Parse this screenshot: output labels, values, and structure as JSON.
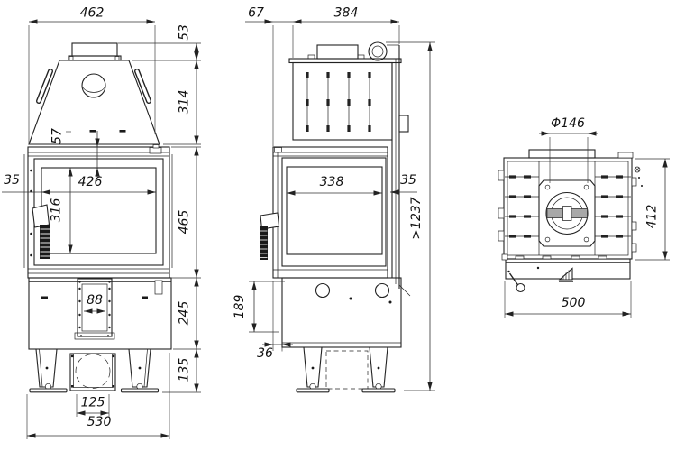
{
  "views": {
    "front": {
      "dims": {
        "hood_top_width": "462",
        "collar_height": "53",
        "hood_height": "314",
        "glass_top_inset": "57",
        "glass_side_inset": "35",
        "glass_width": "426",
        "glass_height": "316",
        "door_height": "465",
        "grate_opening_width": "88",
        "base_height": "245",
        "legs_height": "135",
        "air_intake_width": "125",
        "overall_width": "530"
      }
    },
    "side": {
      "dims": {
        "door_front_offset": "67",
        "body_depth": "384",
        "glass_width": "338",
        "rear_gap": "35",
        "min_total_height": ">1237",
        "base_front_height": "189",
        "base_front_offset": "36"
      }
    },
    "top": {
      "dims": {
        "flue_diameter": "Φ146",
        "body_depth": "412",
        "body_width": "500"
      }
    }
  }
}
